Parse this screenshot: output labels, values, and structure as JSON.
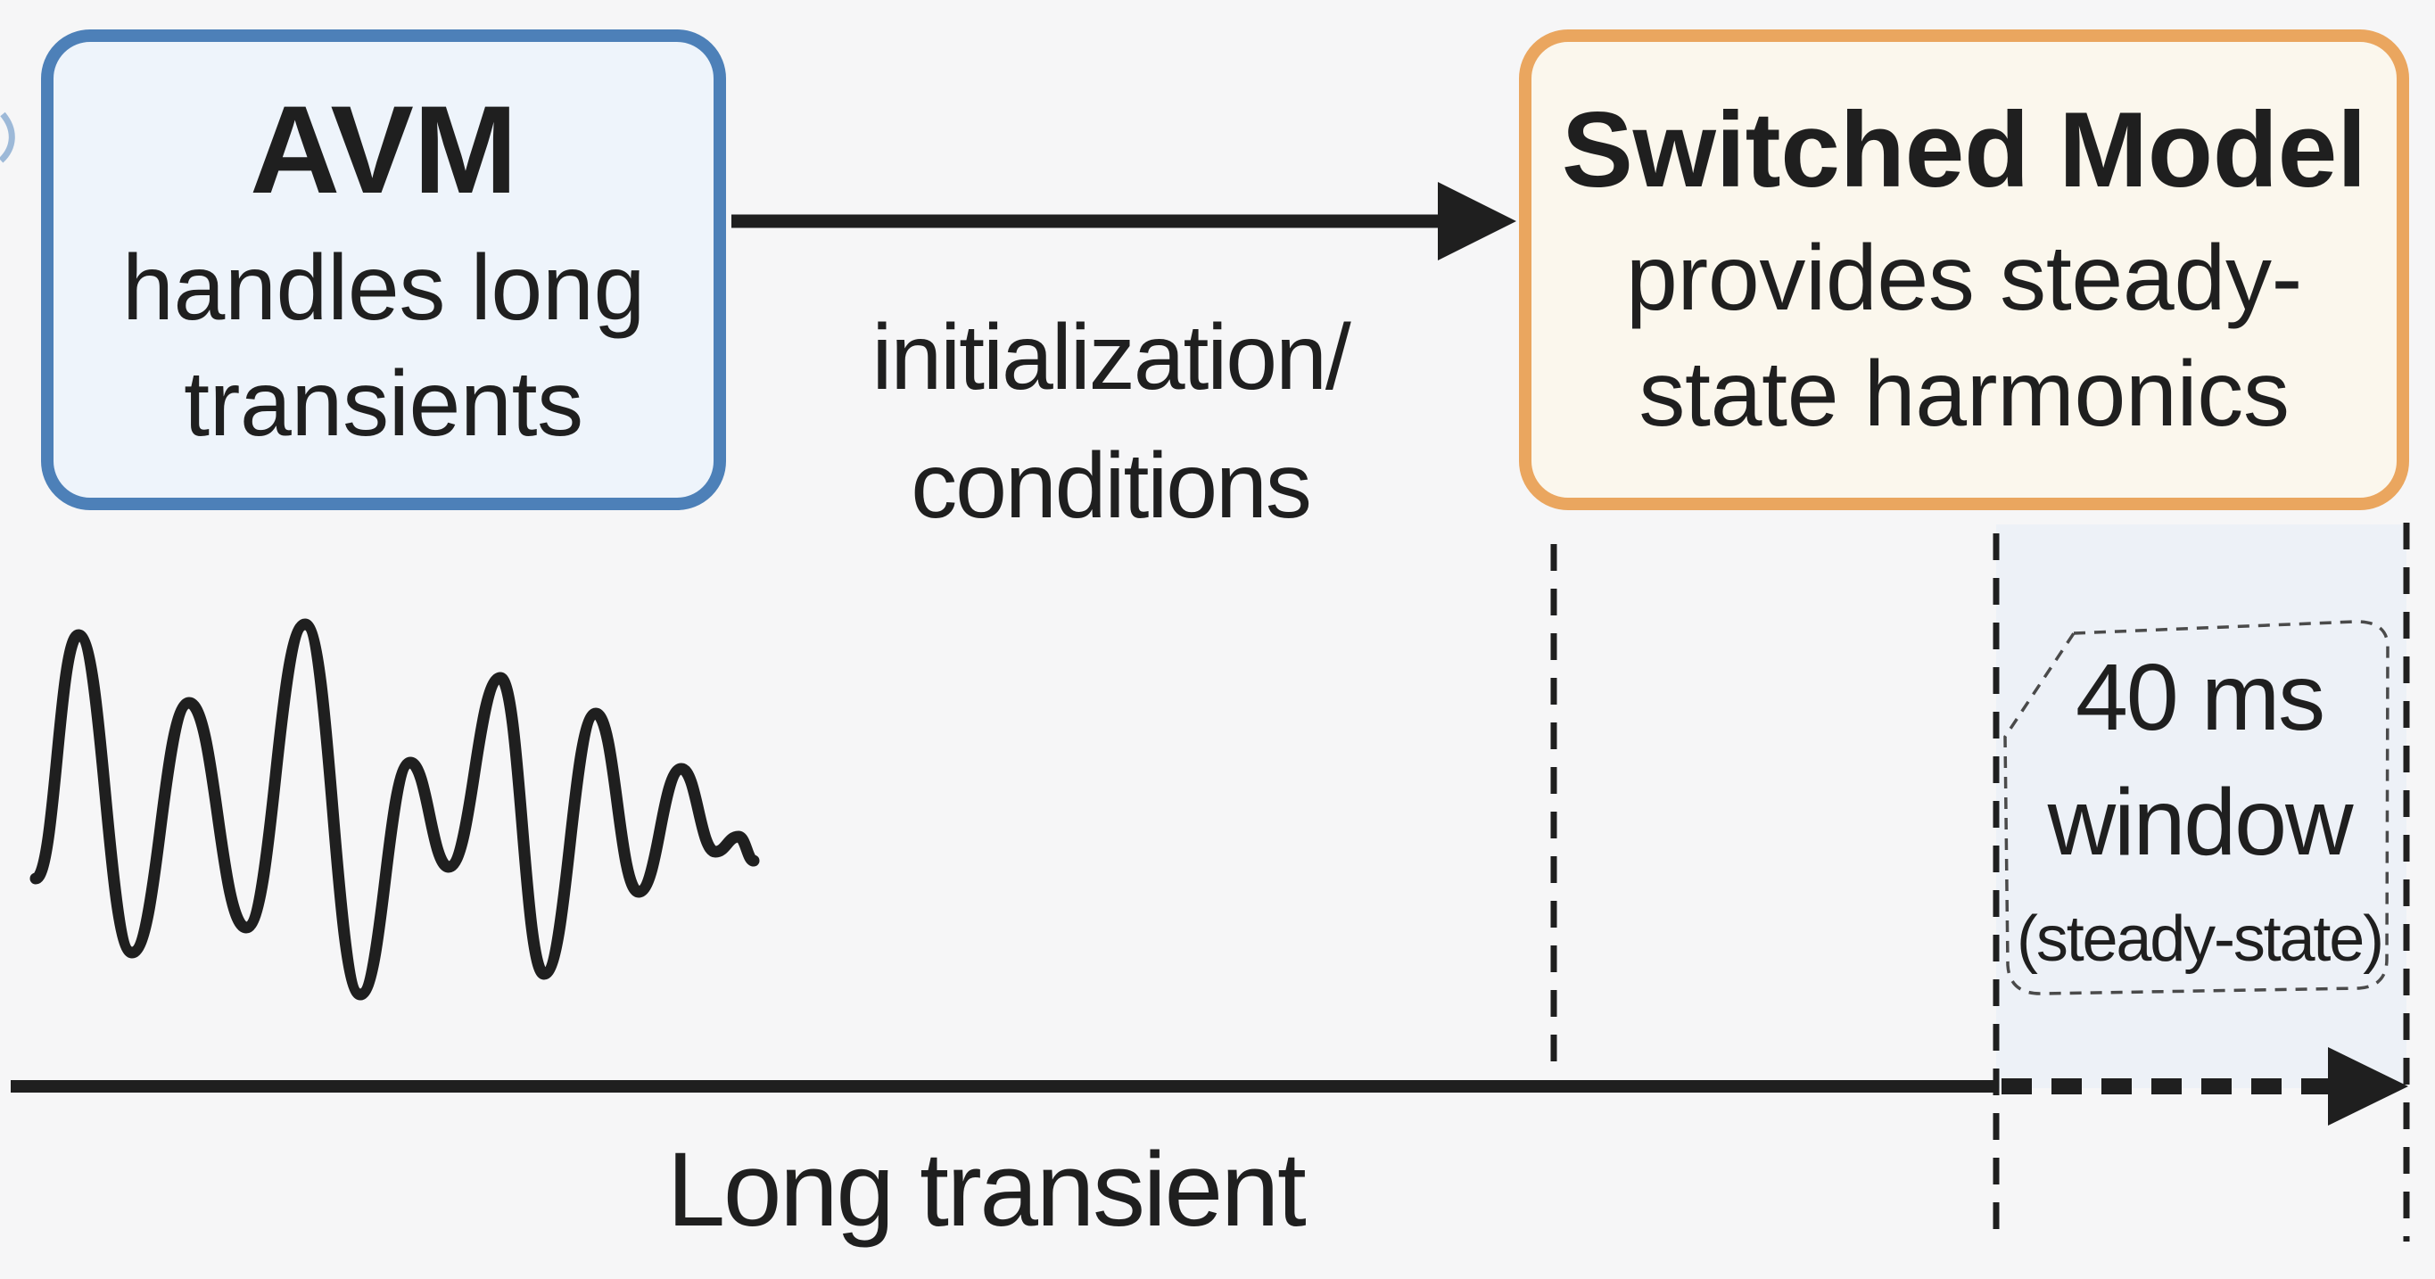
{
  "avm_box": {
    "title": "AVM",
    "subtitle_line1": "handles long",
    "subtitle_line2": "transients"
  },
  "transfer_arrow": {
    "label_line1": "initialization/",
    "label_line2": "conditions"
  },
  "switched_box": {
    "title": "Switched Model",
    "subtitle_line1": "provides steady-",
    "subtitle_line2": "state harmonics"
  },
  "steady_state_window": {
    "line1": "40 ms",
    "line2": "window",
    "line3": "(steady-state)"
  },
  "timeline": {
    "label": "Long transient"
  },
  "colors": {
    "ink": "#1f1f1f",
    "background": "#f6f6f7",
    "blue_border": "#4d80b8",
    "blue_fill": "#eef4fb",
    "orange_border": "#eaa65f",
    "orange_fill": "#fbf7ed",
    "region_fill": "#edf1f7",
    "callout_stroke": "#4a4a4a"
  }
}
